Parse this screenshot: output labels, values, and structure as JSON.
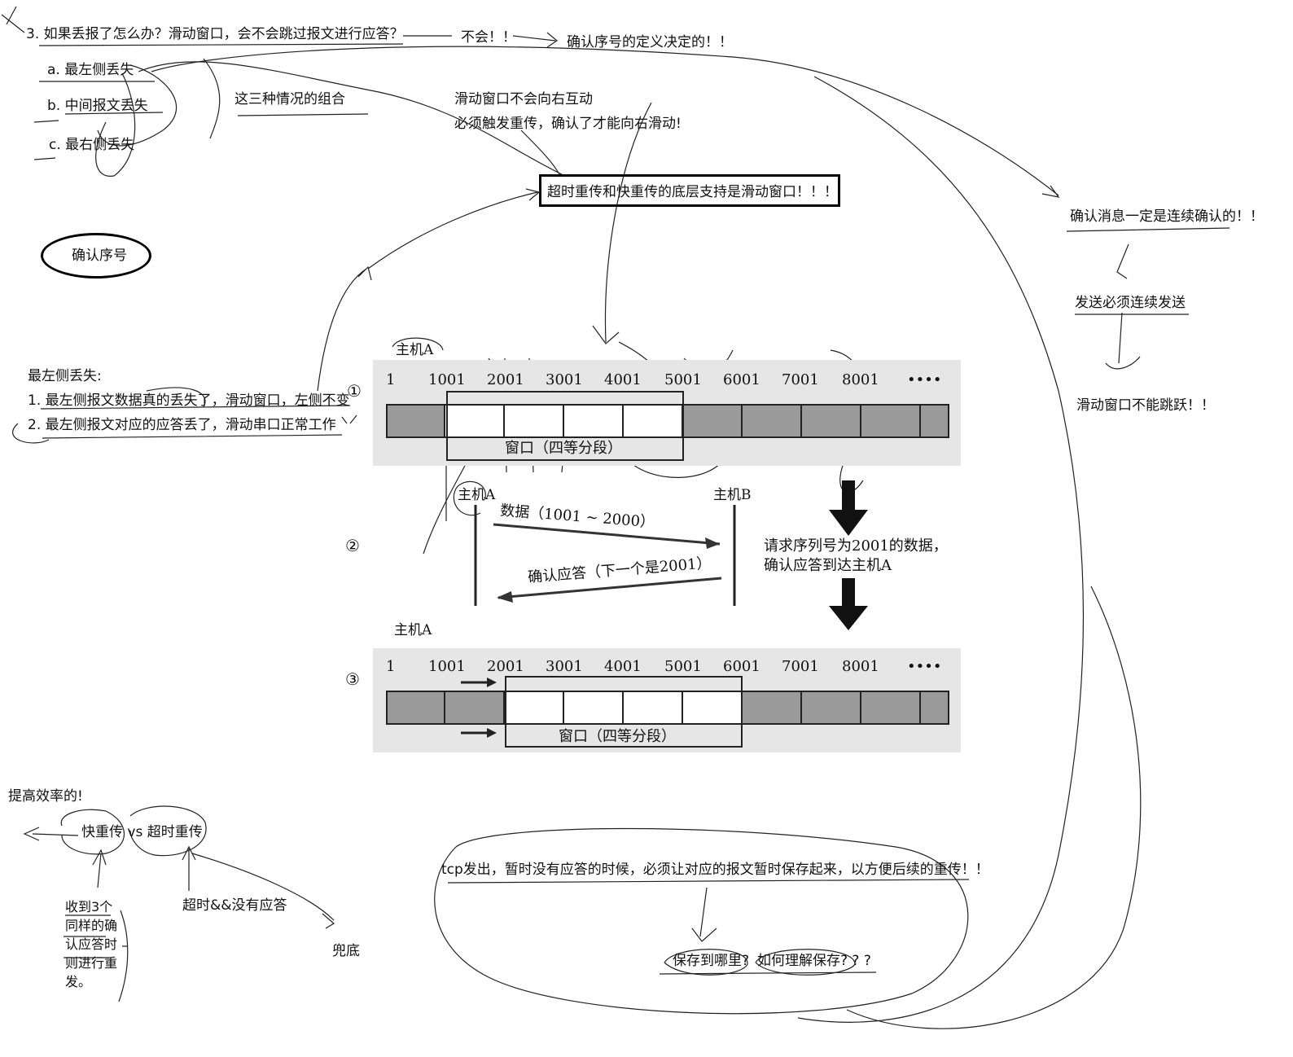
{
  "notes": {
    "q3": "3. 如果丢报了怎么办？滑动窗口，会不会跳过报文进行应答？",
    "no": "不会！！",
    "ack_def": "确认序号的定义决定的！！",
    "case_a": "a.  最左侧丢失",
    "case_b": "b. 中间报文丢失",
    "case_c": "c. 最右侧丢失",
    "combo": "这三种情况的组合",
    "no_right_1": "滑动窗口不会向右互动",
    "no_right_2": "必须触发重传，确认了才能向右滑动!",
    "foundation": "超时重传和快重传的底层支持是滑动窗口！！！",
    "ack_seq": "确认序号",
    "continuous_ack": "确认消息一定是连续确认的！！",
    "send_continuous": "发送必须连续发送",
    "no_jump": "滑动窗口不能跳跃！！",
    "left_loss_title": "最左侧丢失:",
    "left_loss_1": "1. 最左侧报文数据真的丢失了，滑动窗口，左侧不变",
    "left_loss_2": "2. 最左侧报文对应的应答丢了，滑动串口正常工作",
    "efficiency": "提高效率的!",
    "fast_vs": "快重传 vs 超时重传",
    "three_acks": "收到3个同样的确认应答时则进行重发。",
    "timeout": "超时&&没有应答",
    "fallback": "兜底",
    "tcp_buffer": "tcp发出，暂时没有应答的时候，必须让对应的报文暂时保存起来，以方便后续的重传！！",
    "where_saved": "保存到哪里?",
    "how_understand": "如何理解保存? ? ?"
  },
  "figure": {
    "host_a": "主机A",
    "host_b": "主机B",
    "step1": "①",
    "step2": "②",
    "step3": "③",
    "seq_numbers": [
      "1",
      "1001",
      "2001",
      "3001",
      "4001",
      "5001",
      "6001",
      "7001",
      "8001",
      "••••"
    ],
    "window_label": "窗口（四等分段）",
    "data_msg": "数据（1001 ~ 2000）",
    "ack_msg": "确认应答（下一个是2001）",
    "explain_1": "请求序列号为2001的数据，",
    "explain_2": "确认应答到达主机A"
  }
}
